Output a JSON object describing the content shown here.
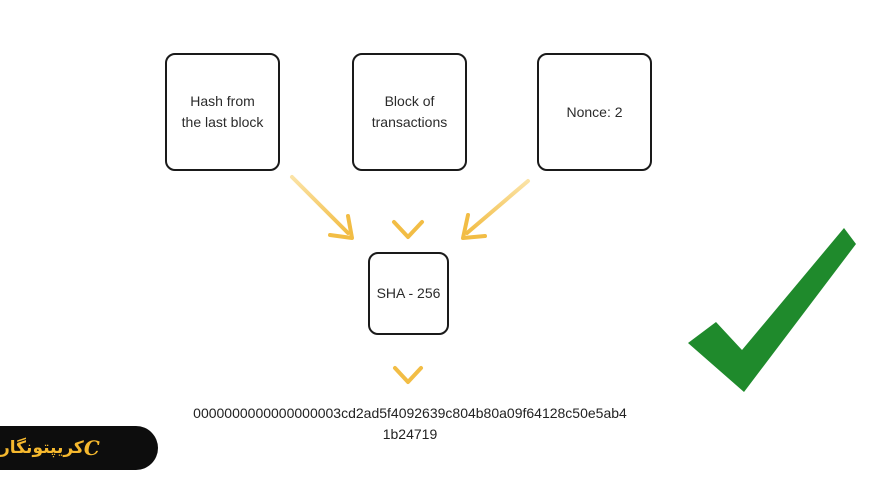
{
  "boxes": {
    "hash": "Hash from\nthe last block",
    "block": "Block of\ntransactions",
    "nonce": "Nonce: 2",
    "sha": "SHA - 256"
  },
  "output": {
    "line1": "0000000000000000003cd2ad5f4092639c804b80a09f64128c50e5ab4",
    "line2": "1b24719"
  },
  "logo": {
    "text": "کریپتونگار",
    "mark": "C"
  },
  "colors": {
    "arrow": "#f4c95d",
    "check": "#1f8a2c",
    "logo_bg": "#0d0d0d",
    "logo_text": "#f5b82e"
  },
  "icons": {
    "check": "check-mark-icon",
    "arrow": "arrow-down-icon"
  }
}
